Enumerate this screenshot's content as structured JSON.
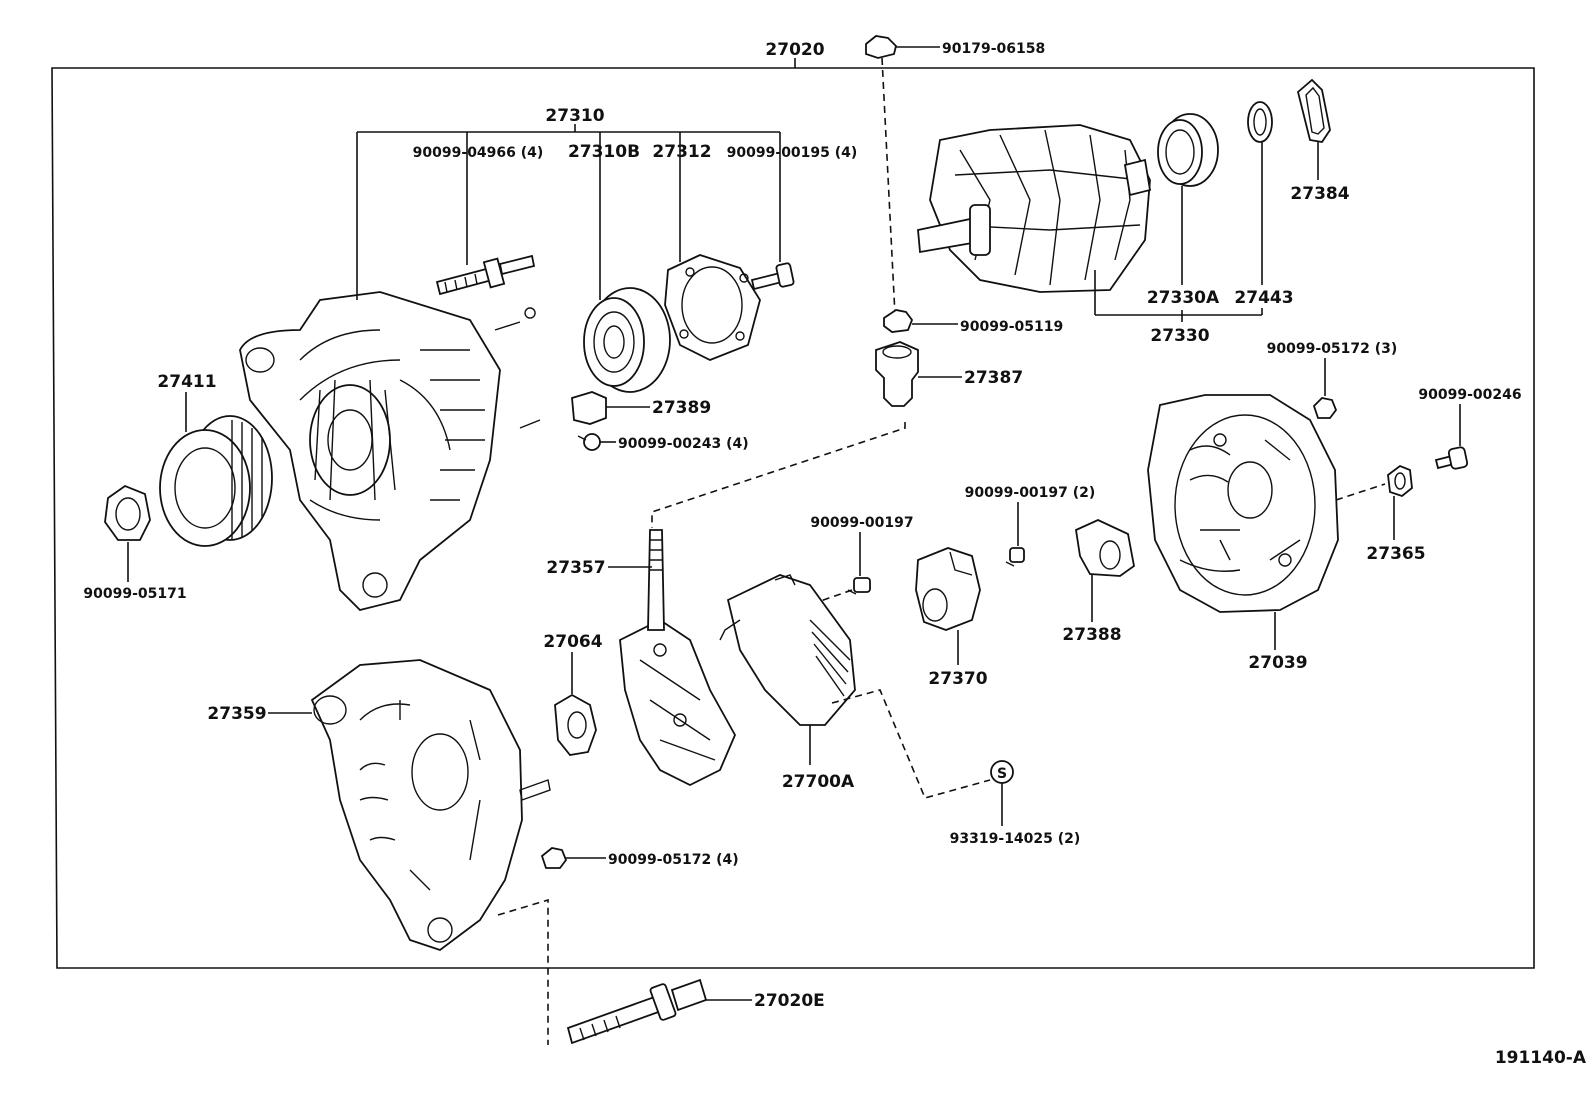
{
  "parts": {
    "p27020": "27020",
    "p90179_06158": "90179-06158",
    "p27310": "27310",
    "p90099_04966": "90099-04966 (4)",
    "p27310B": "27310B",
    "p27312": "27312",
    "p90099_00195": "90099-00195 (4)",
    "p27384": "27384",
    "p27330A": "27330A",
    "p27443": "27443",
    "p27330": "27330",
    "p90099_05119": "90099-05119",
    "p27387": "27387",
    "p27411": "27411",
    "p27389": "27389",
    "p90099_00243": "90099-00243 (4)",
    "p90099_05172_3": "90099-05172 (3)",
    "p90099_00246": "90099-00246",
    "p90099_05171": "90099-05171",
    "p90099_00197_2": "90099-00197 (2)",
    "p90099_00197": "90099-00197",
    "p27357": "27357",
    "p27365": "27365",
    "p27064": "27064",
    "p27388": "27388",
    "p27370": "27370",
    "p27039": "27039",
    "p27359": "27359",
    "p27700A": "27700A",
    "p93319_14025": "93319-14025 (2)",
    "p90099_05172_4": "90099-05172 (4)",
    "p27020E": "27020E"
  },
  "s_marker": "S",
  "figure_id": "191140-A"
}
